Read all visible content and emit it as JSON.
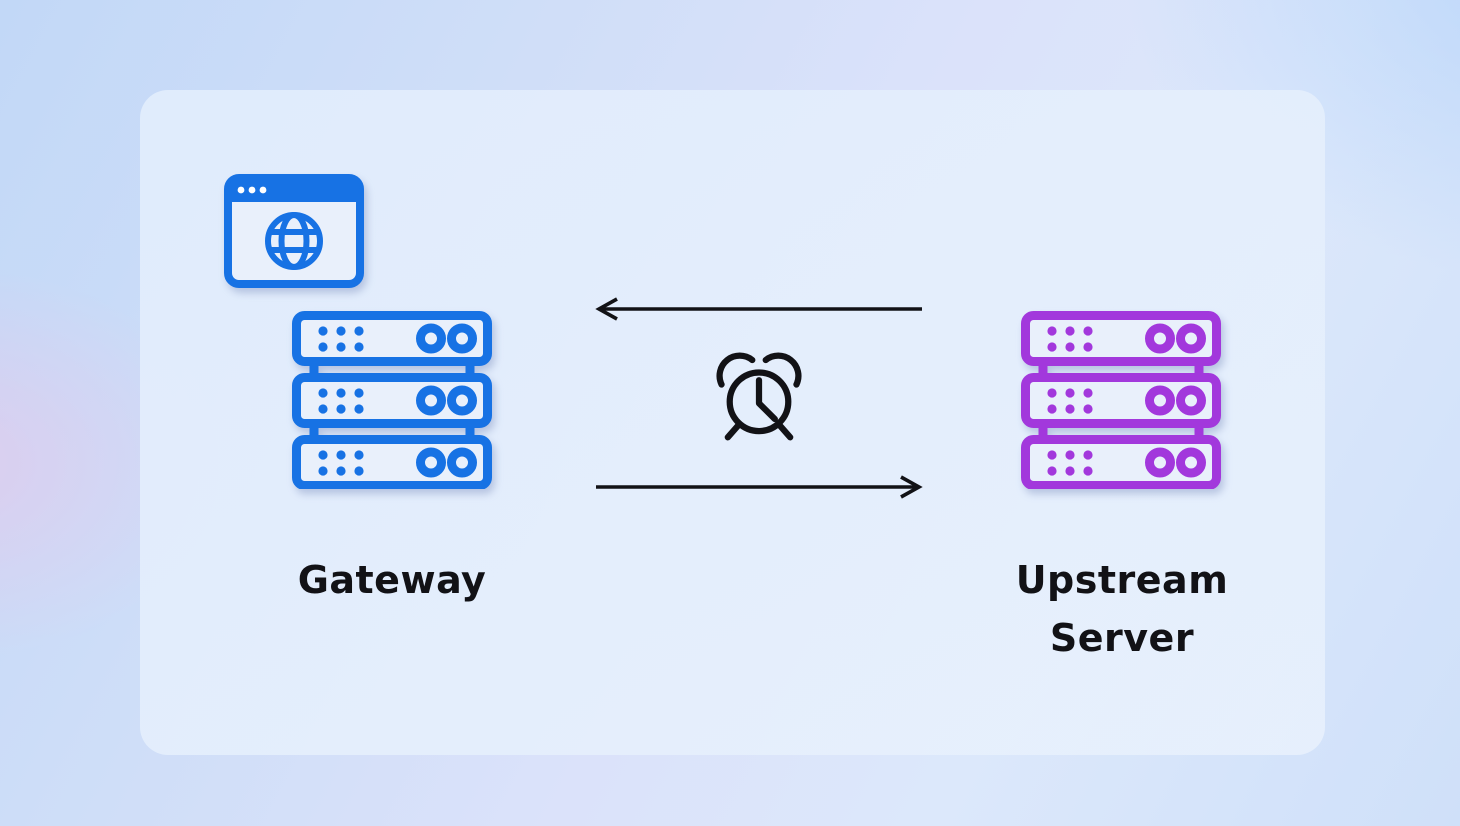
{
  "colors": {
    "blue": "#1772E4",
    "purple": "#A238DC",
    "ink": "#121216",
    "slab-fill": "#E9F0FB"
  },
  "diagram": {
    "client": {
      "icon": "browser-window-icon"
    },
    "gateway": {
      "label": "Gateway",
      "icon": "server-stack-icon"
    },
    "upstream": {
      "label_line1": "Upstream",
      "label_line2": "Server",
      "icon": "server-stack-icon"
    },
    "timeout": {
      "icon": "alarm-clock-icon"
    },
    "arrows": [
      {
        "name": "upstream-to-gateway-arrow",
        "direction": "left"
      },
      {
        "name": "gateway-to-upstream-arrow",
        "direction": "right"
      }
    ]
  }
}
